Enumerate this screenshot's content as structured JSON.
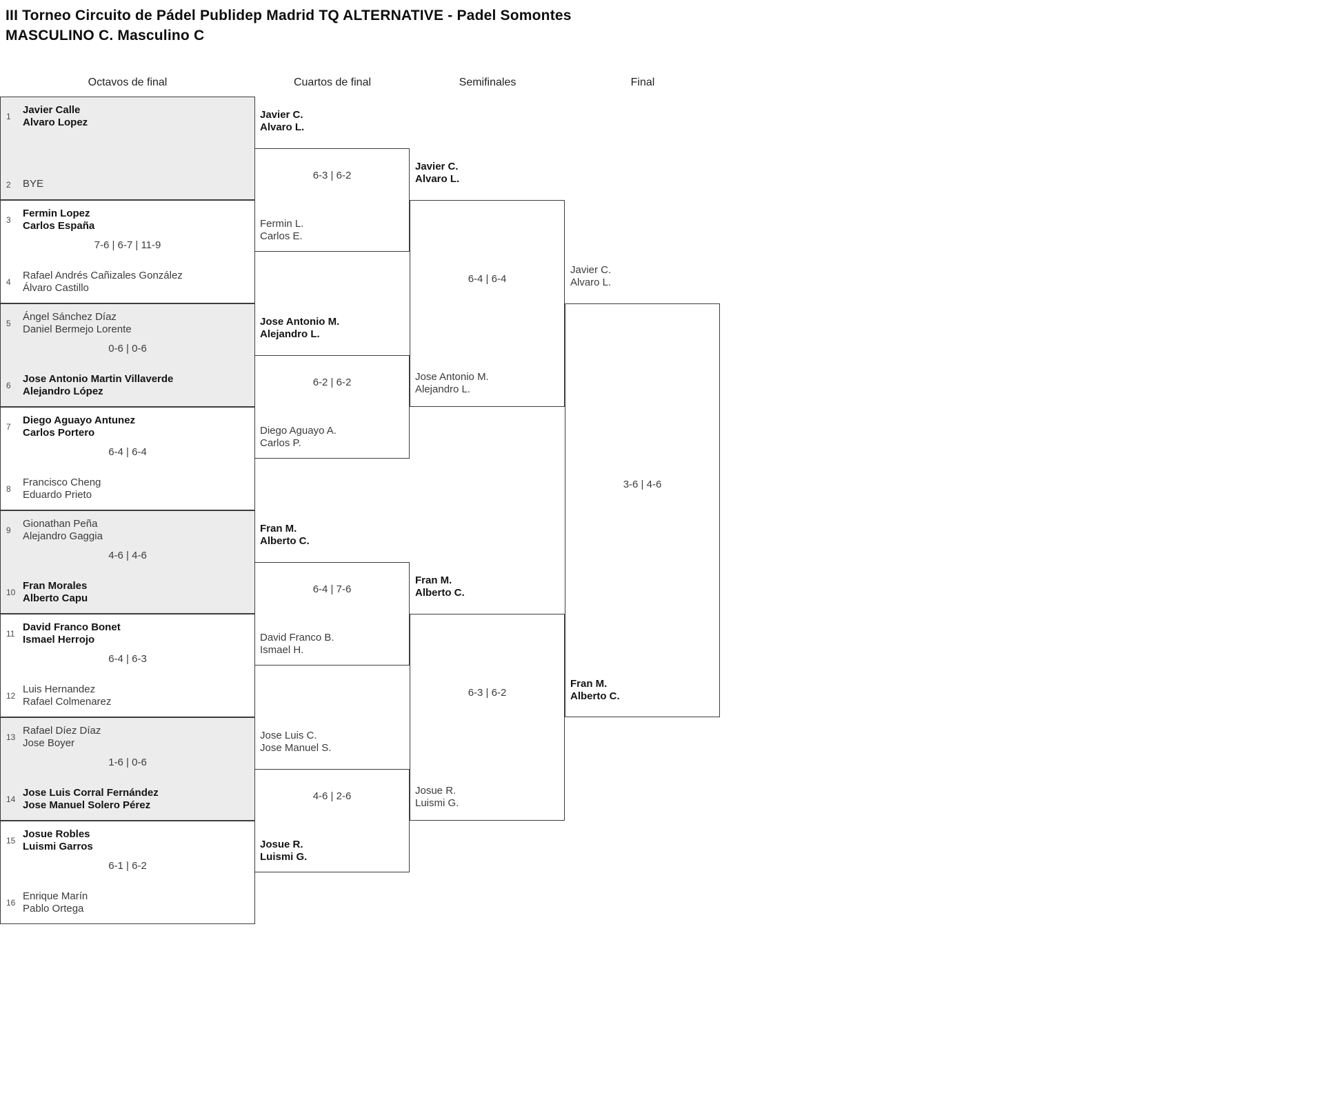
{
  "header": {
    "title_line1": "III Torneo Circuito de Pádel Publidep Madrid TQ ALTERNATIVE - Padel Somontes",
    "title_line2": "MASCULINO C. Masculino C"
  },
  "rounds": [
    "Octavos de final",
    "Cuartos de final",
    "Semifinales",
    "Final"
  ],
  "colors": {
    "match_shade": "#ececec",
    "border": "#3c3c3c",
    "winner_text": "#141414",
    "loser_text": "#3b3b3b"
  },
  "octavos": [
    {
      "seed_a": "1",
      "a1": "Javier Calle",
      "a2": "Alvaro Lopez",
      "seed_b": "2",
      "b1": "BYE",
      "b2": "",
      "score": ""
    },
    {
      "seed_a": "3",
      "a1": "Fermin Lopez",
      "a2": "Carlos España",
      "seed_b": "4",
      "b1": "Rafael Andrés Cañizales González",
      "b2": "Álvaro Castillo",
      "score": "7-6 | 6-7 | 11-9"
    },
    {
      "seed_a": "5",
      "a1": "Ángel Sánchez Díaz",
      "a2": "Daniel Bermejo Lorente",
      "seed_b": "6",
      "b1": "Jose Antonio Martin Villaverde",
      "b2": "Alejandro López",
      "score": "0-6 | 0-6"
    },
    {
      "seed_a": "7",
      "a1": "Diego Aguayo Antunez",
      "a2": "Carlos Portero",
      "seed_b": "8",
      "b1": "Francisco Cheng",
      "b2": "Eduardo Prieto",
      "score": "6-4 | 6-4"
    },
    {
      "seed_a": "9",
      "a1": "Gionathan Peña",
      "a2": "Alejandro Gaggia",
      "seed_b": "10",
      "b1": "Fran Morales",
      "b2": "Alberto Capu",
      "score": "4-6 | 4-6"
    },
    {
      "seed_a": "11",
      "a1": "David Franco Bonet",
      "a2": "Ismael Herrojo",
      "seed_b": "12",
      "b1": "Luis Hernandez",
      "b2": "Rafael Colmenarez",
      "score": "6-4 | 6-3"
    },
    {
      "seed_a": "13",
      "a1": "Rafael Díez Díaz",
      "a2": "Jose Boyer",
      "seed_b": "14",
      "b1": "Jose Luis Corral Fernández",
      "b2": "Jose Manuel Solero Pérez",
      "score": "1-6 | 0-6"
    },
    {
      "seed_a": "15",
      "a1": "Josue Robles",
      "a2": "Luismi Garros",
      "seed_b": "16",
      "b1": "Enrique Marín",
      "b2": "Pablo Ortega",
      "score": "6-1 | 6-2"
    }
  ],
  "cuartos": [
    {
      "a1": "Javier C.",
      "a2": "Alvaro L.",
      "b1": "Fermin L.",
      "b2": "Carlos E.",
      "score": "6-3 | 6-2"
    },
    {
      "a1": "Jose Antonio M.",
      "a2": "Alejandro L.",
      "b1": "Diego Aguayo A.",
      "b2": "Carlos P.",
      "score": "6-2 | 6-2"
    },
    {
      "a1": "Fran M.",
      "a2": "Alberto C.",
      "b1": "David Franco B.",
      "b2": "Ismael H.",
      "score": "6-4 | 7-6"
    },
    {
      "a1": "Jose Luis C.",
      "a2": "Jose Manuel S.",
      "b1": "Josue R.",
      "b2": "Luismi G.",
      "score": "4-6 | 2-6"
    }
  ],
  "semifinales": [
    {
      "a1": "Javier C.",
      "a2": "Alvaro L.",
      "b1": "Jose Antonio M.",
      "b2": "Alejandro L.",
      "score": "6-4 | 6-4"
    },
    {
      "a1": "Fran M.",
      "a2": "Alberto C.",
      "b1": "Josue R.",
      "b2": "Luismi G.",
      "score": "6-3 | 6-2"
    }
  ],
  "final": {
    "a1": "Javier C.",
    "a2": "Alvaro L.",
    "b1": "Fran M.",
    "b2": "Alberto C.",
    "score": "3-6 | 4-6"
  }
}
